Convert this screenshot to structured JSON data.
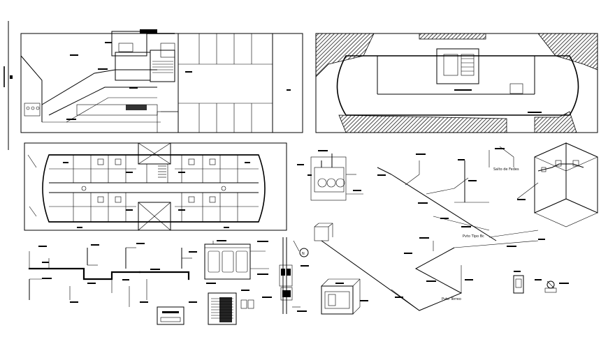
{
  "drawing": {
    "labels": {
      "salto_de_fedes": "Salto de Fedes",
      "pvto_tipo": "Pvto Tipo Bc",
      "pvto_terreo": "Pvto Térreo"
    },
    "symbols": {
      "section_marker": "N"
    }
  }
}
